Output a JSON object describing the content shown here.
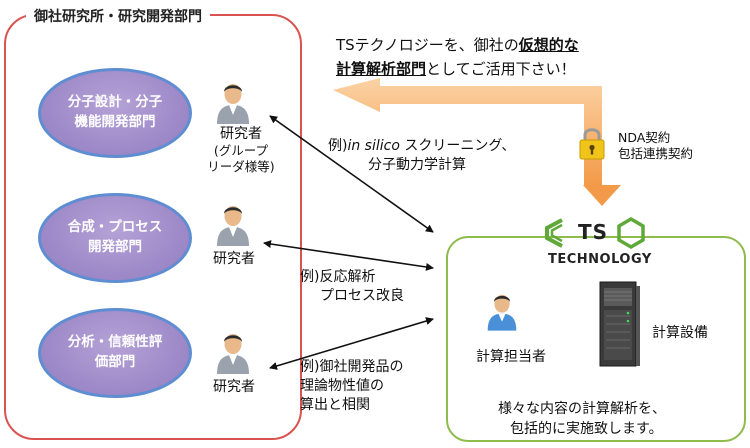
{
  "group_title": "御社研究所・研究開発部門",
  "departments": [
    {
      "label": "分子設計・分子\n機能開発部門"
    },
    {
      "label": "合成・プロセス\n開発部門"
    },
    {
      "label": "分析・信頼性評\n価部門"
    }
  ],
  "researchers": [
    {
      "label": "研究者",
      "sub": "(グループ\nリーダ様等)"
    },
    {
      "label": "研究者"
    },
    {
      "label": "研究者"
    }
  ],
  "message": {
    "line1_prefix": "TSテクノロジーを、御社の",
    "line1_emph": "仮想的な",
    "line2_emph": "計算解析部門",
    "line2_suffix": "としてご活用下さい！"
  },
  "contract": {
    "line1": "NDA契約",
    "line2": "包括連携契約"
  },
  "examples": [
    {
      "prefix": "例)",
      "italic": "in silico",
      "rest": " スクリーニング、",
      "line2": "分子動力学計算"
    },
    {
      "line1": "例)反応解析",
      "line2": "プロセス改良"
    },
    {
      "line1": "例)御社開発品の",
      "line2": "理論物性値の",
      "line3": "算出と相関"
    }
  ],
  "ts": {
    "logo_ts": "TS",
    "logo_technology": "TECHNOLOGY",
    "staff_label": "計算担当者",
    "equipment_label": "計算設備",
    "description_line1": "様々な内容の計算解析を、",
    "description_line2": "包括的に実施致します。"
  },
  "colors": {
    "group_border": "#d9534f",
    "dept_fill": "#9c87c7",
    "dept_border": "#5e8ed1",
    "ts_border": "#8dbb4c",
    "arrow_orange": "#f6a85a",
    "logo_green": "#5fa83a"
  }
}
